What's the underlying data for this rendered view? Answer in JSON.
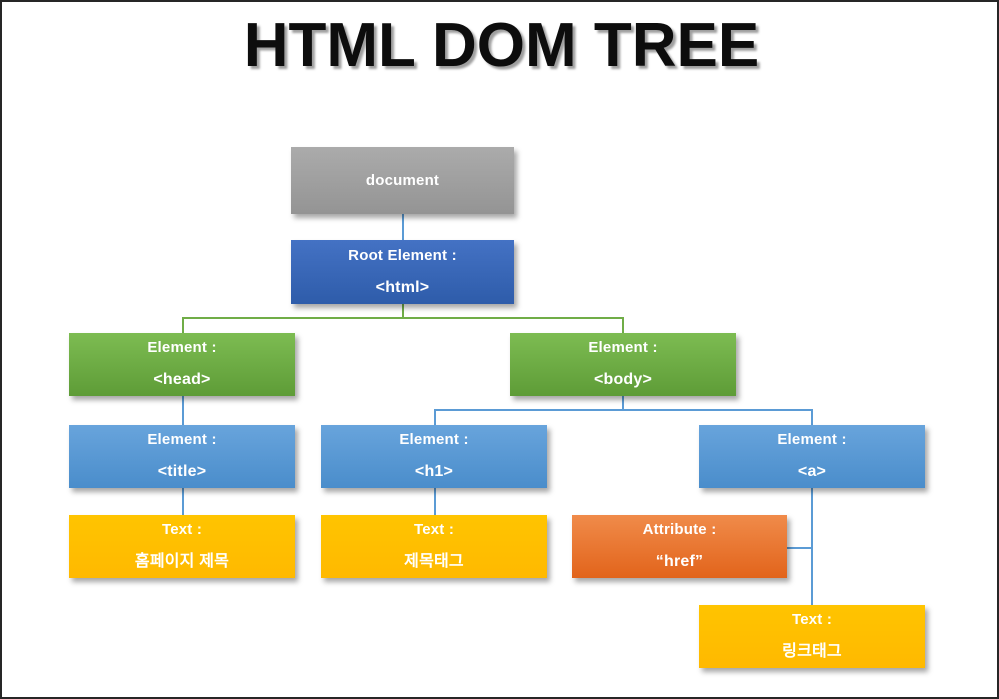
{
  "title": "HTML DOM TREE",
  "diagram": {
    "type": "tree",
    "nodes": [
      {
        "id": "document",
        "line1": "document",
        "line2": "",
        "color": "#9E9E9E",
        "shape": "rect"
      },
      {
        "id": "html",
        "line1": "Root Element :",
        "line2": "<html>",
        "color": "#4472C4",
        "shape": "rect"
      },
      {
        "id": "head",
        "line1": "Element :",
        "line2": "<head>",
        "color": "#70AD47",
        "shape": "rect"
      },
      {
        "id": "body",
        "line1": "Element :",
        "line2": "<body>",
        "color": "#70AD47",
        "shape": "rect"
      },
      {
        "id": "title",
        "line1": "Element :",
        "line2": "<title>",
        "color": "#5B9BD5",
        "shape": "rect"
      },
      {
        "id": "h1",
        "line1": "Element :",
        "line2": "<h1>",
        "color": "#5B9BD5",
        "shape": "rect"
      },
      {
        "id": "a",
        "line1": "Element :",
        "line2": "<a>",
        "color": "#5B9BD5",
        "shape": "rect"
      },
      {
        "id": "titletext",
        "line1": "Text :",
        "line2": "홈페이지 제목",
        "color": "#FFC000",
        "shape": "rect"
      },
      {
        "id": "h1text",
        "line1": "Text :",
        "line2": "제목태그",
        "color": "#FFC000",
        "shape": "rect"
      },
      {
        "id": "href",
        "line1": "Attribute :",
        "line2": "“href”",
        "color": "#ED7D31",
        "shape": "rect"
      },
      {
        "id": "atext",
        "line1": "Text :",
        "line2": "링크태그",
        "color": "#FFC000",
        "shape": "rect"
      }
    ],
    "edges": [
      {
        "from": "document",
        "to": "html",
        "color": "#4472C4"
      },
      {
        "from": "html",
        "to": "head",
        "color": "#70AD47"
      },
      {
        "from": "html",
        "to": "body",
        "color": "#70AD47"
      },
      {
        "from": "head",
        "to": "title",
        "color": "#5B9BD5"
      },
      {
        "from": "body",
        "to": "h1",
        "color": "#5B9BD5"
      },
      {
        "from": "body",
        "to": "a",
        "color": "#5B9BD5"
      },
      {
        "from": "title",
        "to": "titletext",
        "color": "#5B9BD5"
      },
      {
        "from": "h1",
        "to": "h1text",
        "color": "#5B9BD5"
      },
      {
        "from": "a",
        "to": "href",
        "color": "#5B9BD5"
      },
      {
        "from": "a",
        "to": "atext",
        "color": "#5B9BD5"
      }
    ]
  }
}
